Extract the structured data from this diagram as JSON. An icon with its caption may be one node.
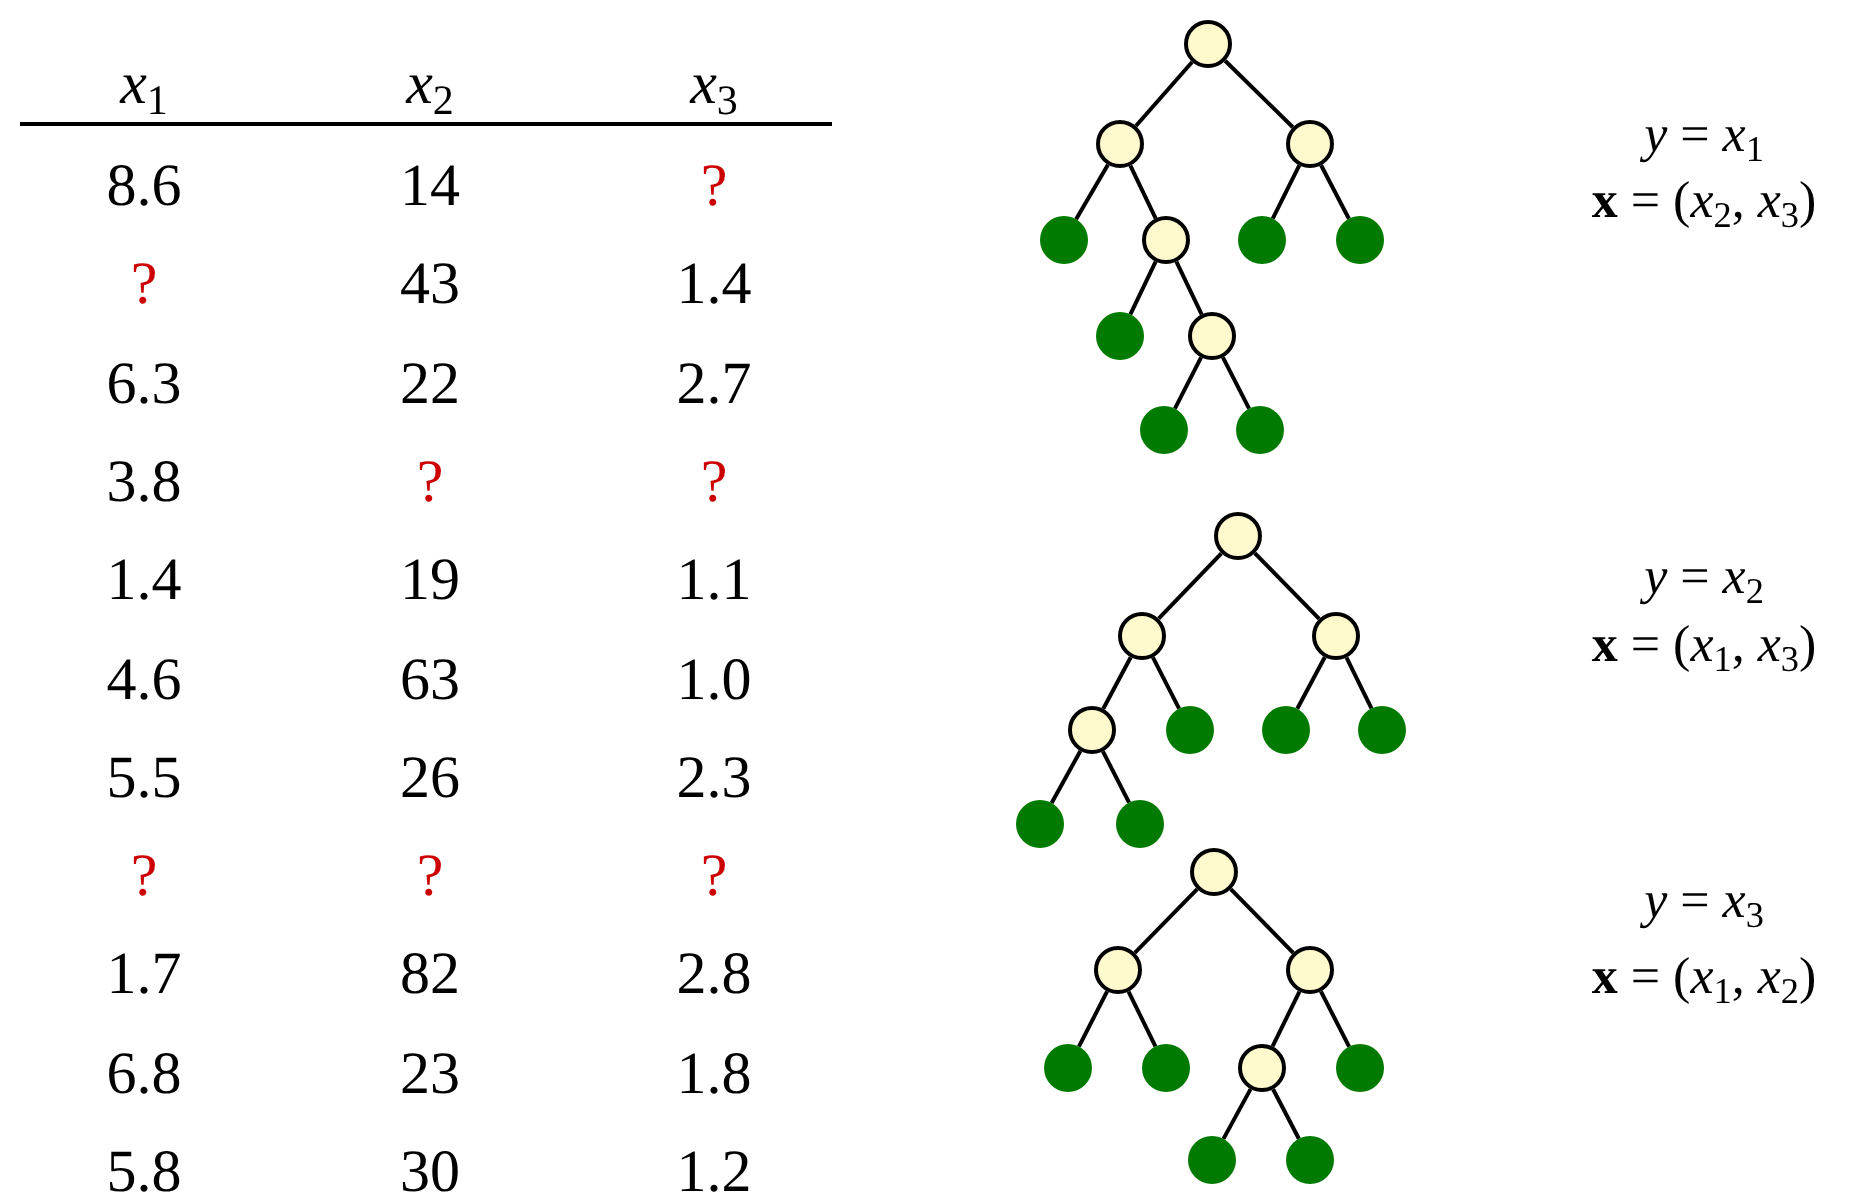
{
  "diagram": {
    "nodes": [
      {
        "text": [],
        "shape": "circle"
      },
      {
        "text": [],
        "shape": "circle"
      },
      {
        "text": [],
        "shape": "circle"
      },
      {
        "text": [],
        "shape": "dot"
      },
      {
        "text": [],
        "shape": "circle"
      },
      {
        "text": [],
        "shape": "dot"
      },
      {
        "text": [],
        "shape": "dot"
      },
      {
        "text": [],
        "shape": "dot"
      },
      {
        "text": [],
        "shape": "circle"
      },
      {
        "text": [],
        "shape": "dot"
      },
      {
        "text": [],
        "shape": "dot"
      },
      {
        "text": [],
        "shape": "circle"
      },
      {
        "text": [],
        "shape": "circle"
      },
      {
        "text": [],
        "shape": "circle"
      },
      {
        "text": [],
        "shape": "circle"
      },
      {
        "text": [],
        "shape": "dot"
      },
      {
        "text": [],
        "shape": "dot"
      },
      {
        "text": [],
        "shape": "dot"
      },
      {
        "text": [],
        "shape": "dot"
      },
      {
        "text": [],
        "shape": "dot"
      },
      {
        "text": [],
        "shape": "circle"
      },
      {
        "text": [],
        "shape": "circle"
      },
      {
        "text": [],
        "shape": "circle"
      },
      {
        "text": [],
        "shape": "dot"
      },
      {
        "text": [],
        "shape": "dot"
      },
      {
        "text": [],
        "shape": "circle"
      },
      {
        "text": [],
        "shape": "dot"
      },
      {
        "text": [],
        "shape": "dot"
      },
      {
        "text": [],
        "shape": "dot"
      }
    ],
    "edges": [
      {
        "from": 0,
        "to": 1,
        "arrow": "none"
      },
      {
        "from": 0,
        "to": 2,
        "arrow": "none"
      },
      {
        "from": 1,
        "to": 3,
        "arrow": "none"
      },
      {
        "from": 1,
        "to": 4,
        "arrow": "none"
      },
      {
        "from": 2,
        "to": 5,
        "arrow": "none"
      },
      {
        "from": 2,
        "to": 6,
        "arrow": "none"
      },
      {
        "from": 4,
        "to": 7,
        "arrow": "none"
      },
      {
        "from": 4,
        "to": 8,
        "arrow": "none"
      },
      {
        "from": 8,
        "to": 9,
        "arrow": "none"
      },
      {
        "from": 8,
        "to": 10,
        "arrow": "none"
      },
      {
        "from": 11,
        "to": 12,
        "arrow": "none"
      },
      {
        "from": 11,
        "to": 13,
        "arrow": "none"
      },
      {
        "from": 12,
        "to": 14,
        "arrow": "none"
      },
      {
        "from": 12,
        "to": 15,
        "arrow": "none"
      },
      {
        "from": 13,
        "to": 16,
        "arrow": "none"
      },
      {
        "from": 13,
        "to": 17,
        "arrow": "none"
      },
      {
        "from": 14,
        "to": 18,
        "arrow": "none"
      },
      {
        "from": 14,
        "to": 19,
        "arrow": "none"
      },
      {
        "from": 20,
        "to": 21,
        "arrow": "none"
      },
      {
        "from": 20,
        "to": 22,
        "arrow": "none"
      },
      {
        "from": 21,
        "to": 23,
        "arrow": "none"
      },
      {
        "from": 21,
        "to": 24,
        "arrow": "none"
      },
      {
        "from": 22,
        "to": 25,
        "arrow": "none"
      },
      {
        "from": 22,
        "to": 26,
        "arrow": "none"
      },
      {
        "from": 25,
        "to": 27,
        "arrow": "none"
      },
      {
        "from": 25,
        "to": 28,
        "arrow": "none"
      }
    ],
    "labels": [
      "*x*$_{1}$",
      "*x*$_{2}$",
      "*x*$_{3}$",
      "8.6",
      "14",
      "?",
      "?",
      "43",
      "1.4",
      "6.3",
      "22",
      "2.7",
      "3.8",
      "?",
      "?",
      "1.4",
      "19",
      "1.1",
      "4.6",
      "63",
      "1.0",
      "5.5",
      "26",
      "2.3",
      "?",
      "?",
      "?",
      "1.7",
      "82",
      "2.8",
      "6.8",
      "23",
      "1.8",
      "5.8",
      "30",
      "1.2",
      "*y* = *x*$_{1}$",
      "**x** = (*x*$_{2}$, *x*$_{3}$)",
      "*y* = *x*$_{2}$",
      "**x** = (*x*$_{1}$, *x*$_{3}$)",
      "*y* = *x*$_{3}$",
      "**x** = (*x*$_{1}$, *x*$_{2}$)"
    ]
  }
}
